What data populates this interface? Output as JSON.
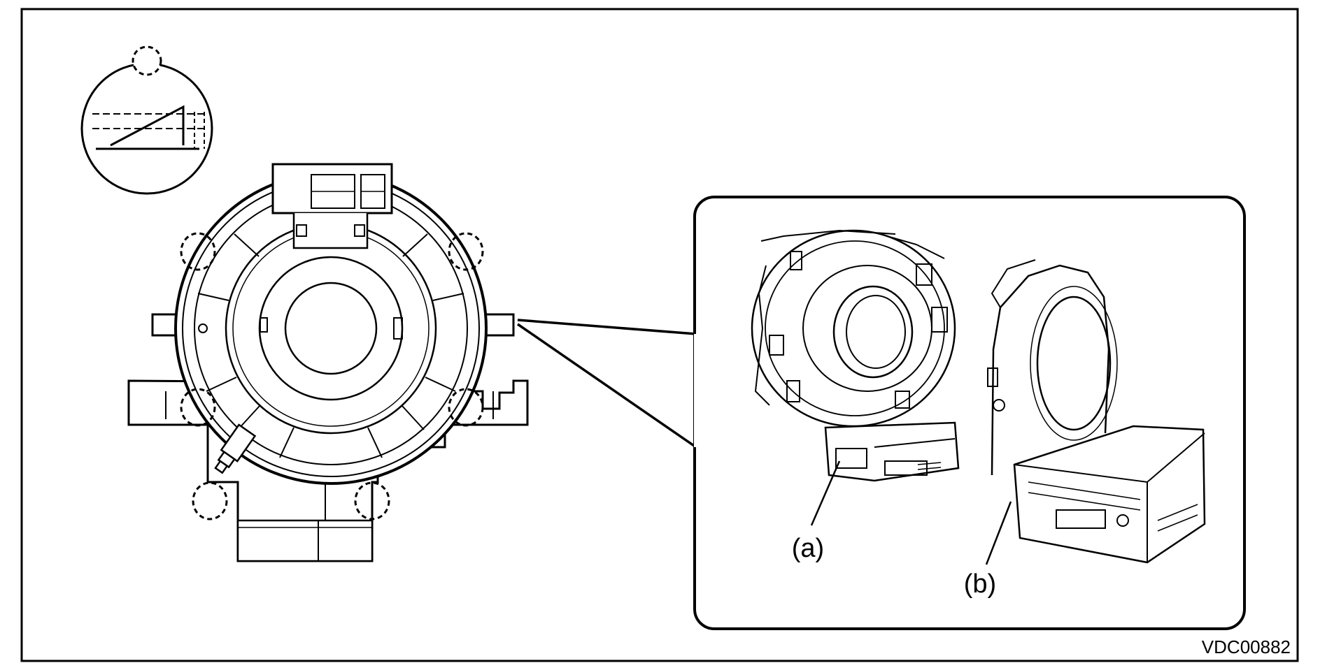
{
  "figure": {
    "callout_a": "(a)",
    "callout_b": "(b)",
    "figure_id": "VDC00882"
  },
  "colors": {
    "line": "#000000",
    "background": "#ffffff"
  }
}
